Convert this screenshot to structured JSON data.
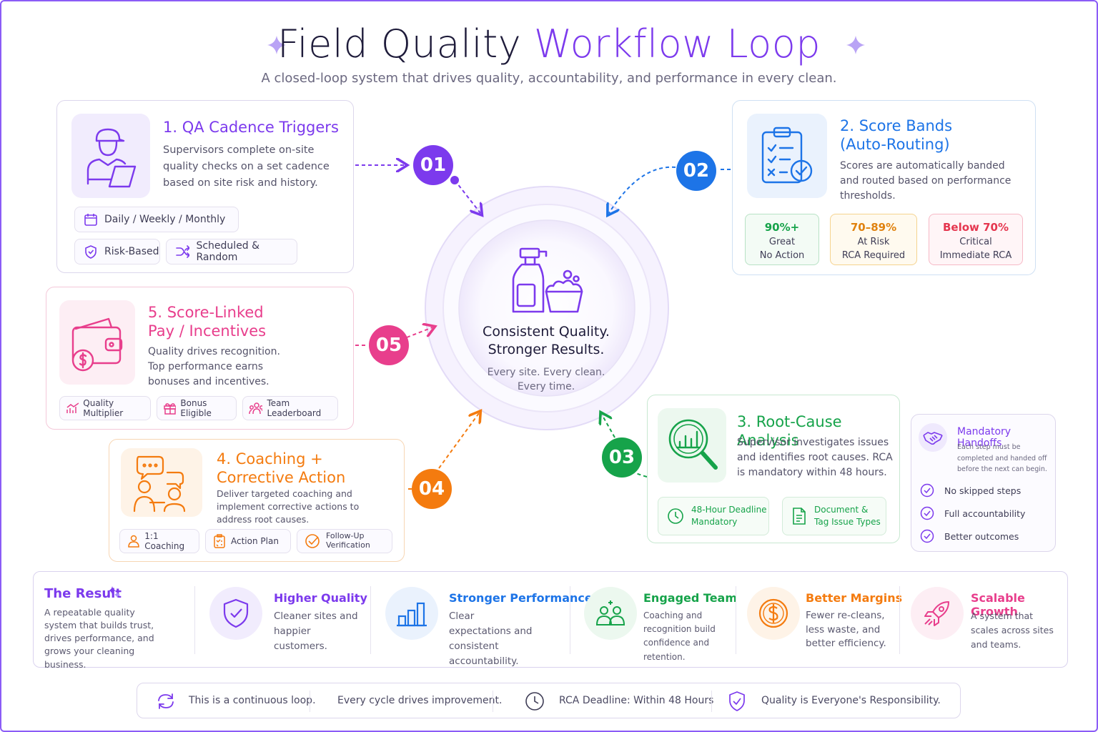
{
  "header": {
    "title_part1": "Field Quality",
    "title_part2": "Workflow Loop",
    "subtitle": "A closed-loop system that drives quality, accountability, and performance in every clean."
  },
  "colors": {
    "purple": "#7c3aed",
    "blue": "#1d74e7",
    "green": "#16a34a",
    "orange": "#f47b0f",
    "pink": "#e83e8c"
  },
  "center": {
    "headline_1": "Consistent Quality.",
    "headline_2": "Stronger Results.",
    "tagline_1": "Every site. Every clean.",
    "tagline_2": "Every time."
  },
  "step1": {
    "badge": "01",
    "title": "1. QA Cadence Triggers",
    "desc": "Supervisors complete on-site quality checks on a set cadence based on site risk and history.",
    "chips": [
      "Daily / Weekly / Monthly",
      "Risk-Based",
      "Scheduled & Random"
    ]
  },
  "step2": {
    "badge": "02",
    "title_1": "2. Score Bands",
    "title_2": "(Auto-Routing)",
    "desc": "Scores are automatically banded and routed based on performance thresholds.",
    "bands": [
      {
        "range": "90%+",
        "label": "Great",
        "action": "No Action"
      },
      {
        "range": "70–89%",
        "label": "At Risk",
        "action": "RCA Required"
      },
      {
        "range": "Below 70%",
        "label": "Critical",
        "action": "Immediate RCA"
      }
    ]
  },
  "step3": {
    "badge": "03",
    "title": "3. Root-Cause Analysis",
    "desc": "Supervisor investigates issues and identifies root causes. RCA is mandatory within 48 hours.",
    "chips": [
      {
        "line1": "48-Hour Deadline",
        "line2": "Mandatory"
      },
      {
        "line1": "Document &",
        "line2": "Tag Issue Types"
      }
    ]
  },
  "step4": {
    "badge": "04",
    "title_1": "4. Coaching +",
    "title_2": "Corrective Action",
    "desc": "Deliver targeted coaching and implement corrective actions to address root causes.",
    "chips": [
      {
        "line1": "1:1 Coaching",
        "line2": ""
      },
      {
        "line1": "Action Plan",
        "line2": ""
      },
      {
        "line1": "Follow-Up",
        "line2": "Verification"
      }
    ]
  },
  "step5": {
    "badge": "05",
    "title_1": "5. Score-Linked",
    "title_2": "Pay / Incentives",
    "desc": "Quality drives recognition. Top performance earns bonuses and incentives.",
    "chips": [
      "Quality Multiplier",
      "Bonus Eligible",
      "Team Leaderboard"
    ]
  },
  "handoffs": {
    "title": "Mandatory Handoffs",
    "desc": "Each step must be completed and handed off before the next can begin.",
    "items": [
      "No skipped steps",
      "Full accountability",
      "Better outcomes"
    ]
  },
  "result": {
    "title": "The Result",
    "desc": "A repeatable quality system that builds trust, drives performance, and grows your cleaning business.",
    "items": [
      {
        "title": "Higher Quality",
        "desc": "Cleaner sites and happier customers."
      },
      {
        "title": "Stronger Performance",
        "desc": "Clear expectations and consistent accountability."
      },
      {
        "title": "Engaged Team",
        "desc": "Coaching and recognition build confidence and retention."
      },
      {
        "title": "Better Margins",
        "desc": "Fewer re-cleans, less waste, and better efficiency."
      },
      {
        "title": "Scalable Growth",
        "desc": "A system that scales across sites and teams."
      }
    ]
  },
  "footer": {
    "items": [
      "This is a continuous loop.",
      "Every cycle drives improvement.",
      "RCA Deadline: Within 48 Hours",
      "Quality is Everyone's Responsibility."
    ]
  }
}
